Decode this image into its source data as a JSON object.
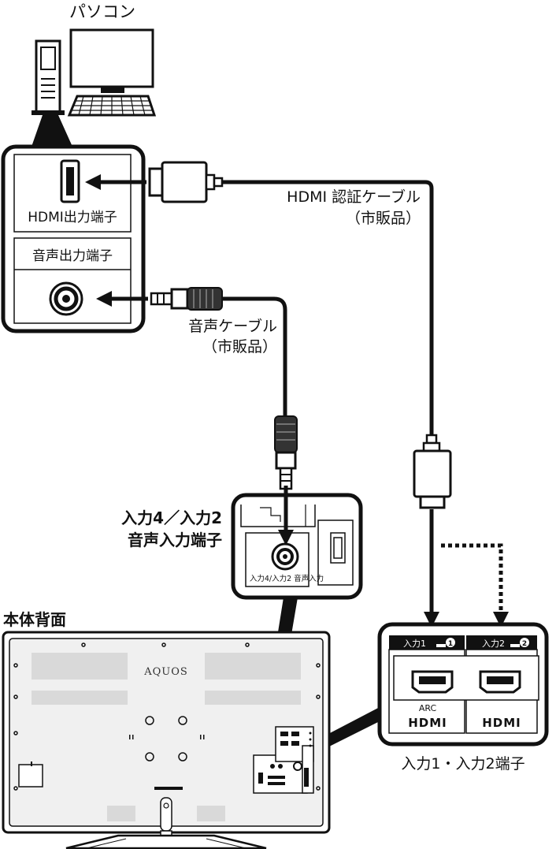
{
  "labels": {
    "pc": "パソコン",
    "hdmi_out": "HDMI出力端子",
    "audio_out": "音声出力端子",
    "hdmi_cable": "HDMI 認証ケーブル",
    "hdmi_cable_note": "（市販品）",
    "audio_cable": "音声ケーブル",
    "audio_cable_note": "（市販品）",
    "audio_in_line1": "入力4／入力2",
    "audio_in_line2": "音声入力端子",
    "audio_in_small": "入力4/入力2 音声入力",
    "rear": "本体背面",
    "brand": "AQUOS",
    "hdmi_ports": "入力1・入力2端子",
    "port1": "入力1",
    "port2": "入力2",
    "arc": "ARC",
    "hdmi_logo": "HDMI"
  },
  "colors": {
    "line": "#111111",
    "panel_gray": "#d9d9d9",
    "tv_body": "#f0f0f0"
  }
}
